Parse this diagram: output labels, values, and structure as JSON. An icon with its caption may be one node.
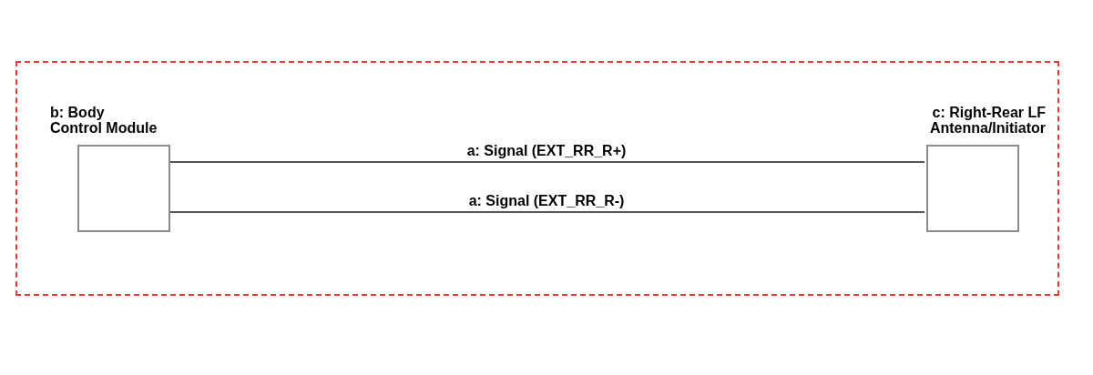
{
  "diagram": {
    "nodes": [
      {
        "text": [],
        "shape": "box"
      },
      {
        "text": [
          "b: Body Control Module"
        ],
        "in": 0
      },
      {
        "text": [
          "c: Right-Rear LF Antenna/Initiator"
        ],
        "in": 0
      }
    ],
    "edges": [
      {
        "from": 1,
        "to": 2,
        "arrow": "none",
        "label": "a: Signal (EXT_RR_R+)"
      },
      {
        "from": 1,
        "to": 2,
        "arrow": "none",
        "label": "a: Signal (EXT_RR_R-)"
      }
    ]
  }
}
